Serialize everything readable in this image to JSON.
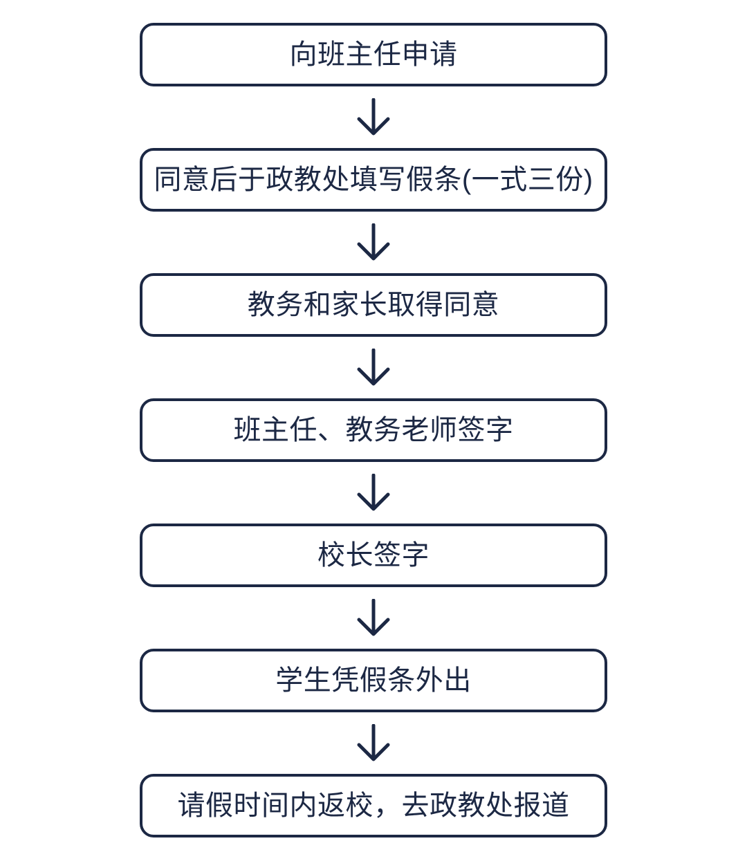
{
  "diagram": {
    "title": "",
    "type": "vertical-flowchart",
    "orientation": "top-to-bottom",
    "colors": {
      "border": "#1c2844",
      "text": "#1c2844",
      "arrow": "#1c2844",
      "background": "#ffffff",
      "node_fill": "#ffffff"
    },
    "nodes": [
      {
        "id": "step-1",
        "label": "向班主任申请"
      },
      {
        "id": "step-2",
        "label": "同意后于政教处填写假条(一式三份)"
      },
      {
        "id": "step-3",
        "label": "教务和家长取得同意"
      },
      {
        "id": "step-4",
        "label": "班主任、教务老师签字"
      },
      {
        "id": "step-5",
        "label": "校长签字"
      },
      {
        "id": "step-6",
        "label": "学生凭假条外出"
      },
      {
        "id": "step-7",
        "label": "请假时间内返校，去政教处报道"
      }
    ],
    "connectors": [
      {
        "id": "arrow-1",
        "icon": "arrow-down-icon",
        "from": "step-1",
        "to": "step-2"
      },
      {
        "id": "arrow-2",
        "icon": "arrow-down-icon",
        "from": "step-2",
        "to": "step-3"
      },
      {
        "id": "arrow-3",
        "icon": "arrow-down-icon",
        "from": "step-3",
        "to": "step-4"
      },
      {
        "id": "arrow-4",
        "icon": "arrow-down-icon",
        "from": "step-4",
        "to": "step-5"
      },
      {
        "id": "arrow-5",
        "icon": "arrow-down-icon",
        "from": "step-5",
        "to": "step-6"
      },
      {
        "id": "arrow-6",
        "icon": "arrow-down-icon",
        "from": "step-6",
        "to": "step-7"
      }
    ]
  }
}
